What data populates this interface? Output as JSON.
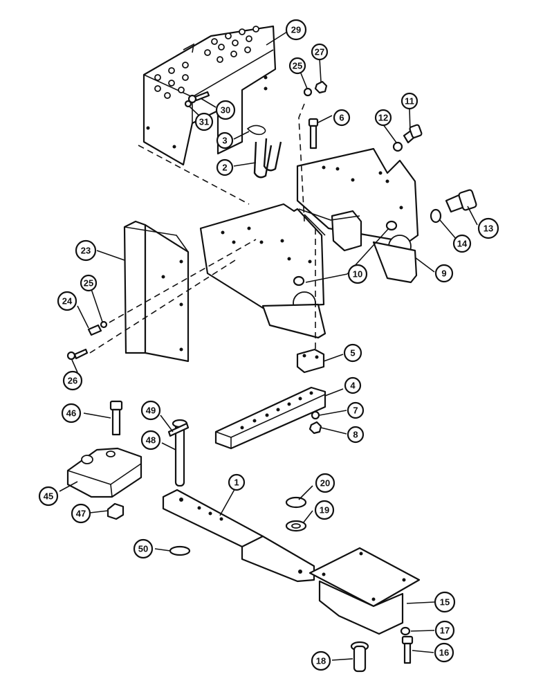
{
  "callouts": [
    {
      "id": "29",
      "label": "29"
    },
    {
      "id": "27",
      "label": "27"
    },
    {
      "id": "25a",
      "label": "25"
    },
    {
      "id": "30",
      "label": "30"
    },
    {
      "id": "31",
      "label": "31"
    },
    {
      "id": "11",
      "label": "11"
    },
    {
      "id": "12",
      "label": "12"
    },
    {
      "id": "6",
      "label": "6"
    },
    {
      "id": "3",
      "label": "3"
    },
    {
      "id": "2",
      "label": "2"
    },
    {
      "id": "13",
      "label": "13"
    },
    {
      "id": "14",
      "label": "14"
    },
    {
      "id": "23",
      "label": "23"
    },
    {
      "id": "9",
      "label": "9"
    },
    {
      "id": "10",
      "label": "10"
    },
    {
      "id": "24",
      "label": "24"
    },
    {
      "id": "25b",
      "label": "25"
    },
    {
      "id": "26",
      "label": "26"
    },
    {
      "id": "5",
      "label": "5"
    },
    {
      "id": "4",
      "label": "4"
    },
    {
      "id": "7",
      "label": "7"
    },
    {
      "id": "8",
      "label": "8"
    },
    {
      "id": "46",
      "label": "46"
    },
    {
      "id": "49",
      "label": "49"
    },
    {
      "id": "48",
      "label": "48"
    },
    {
      "id": "45",
      "label": "45"
    },
    {
      "id": "1",
      "label": "1"
    },
    {
      "id": "20",
      "label": "20"
    },
    {
      "id": "47",
      "label": "47"
    },
    {
      "id": "19",
      "label": "19"
    },
    {
      "id": "50",
      "label": "50"
    },
    {
      "id": "15",
      "label": "15"
    },
    {
      "id": "17",
      "label": "17"
    },
    {
      "id": "18",
      "label": "18"
    },
    {
      "id": "16",
      "label": "16"
    }
  ]
}
